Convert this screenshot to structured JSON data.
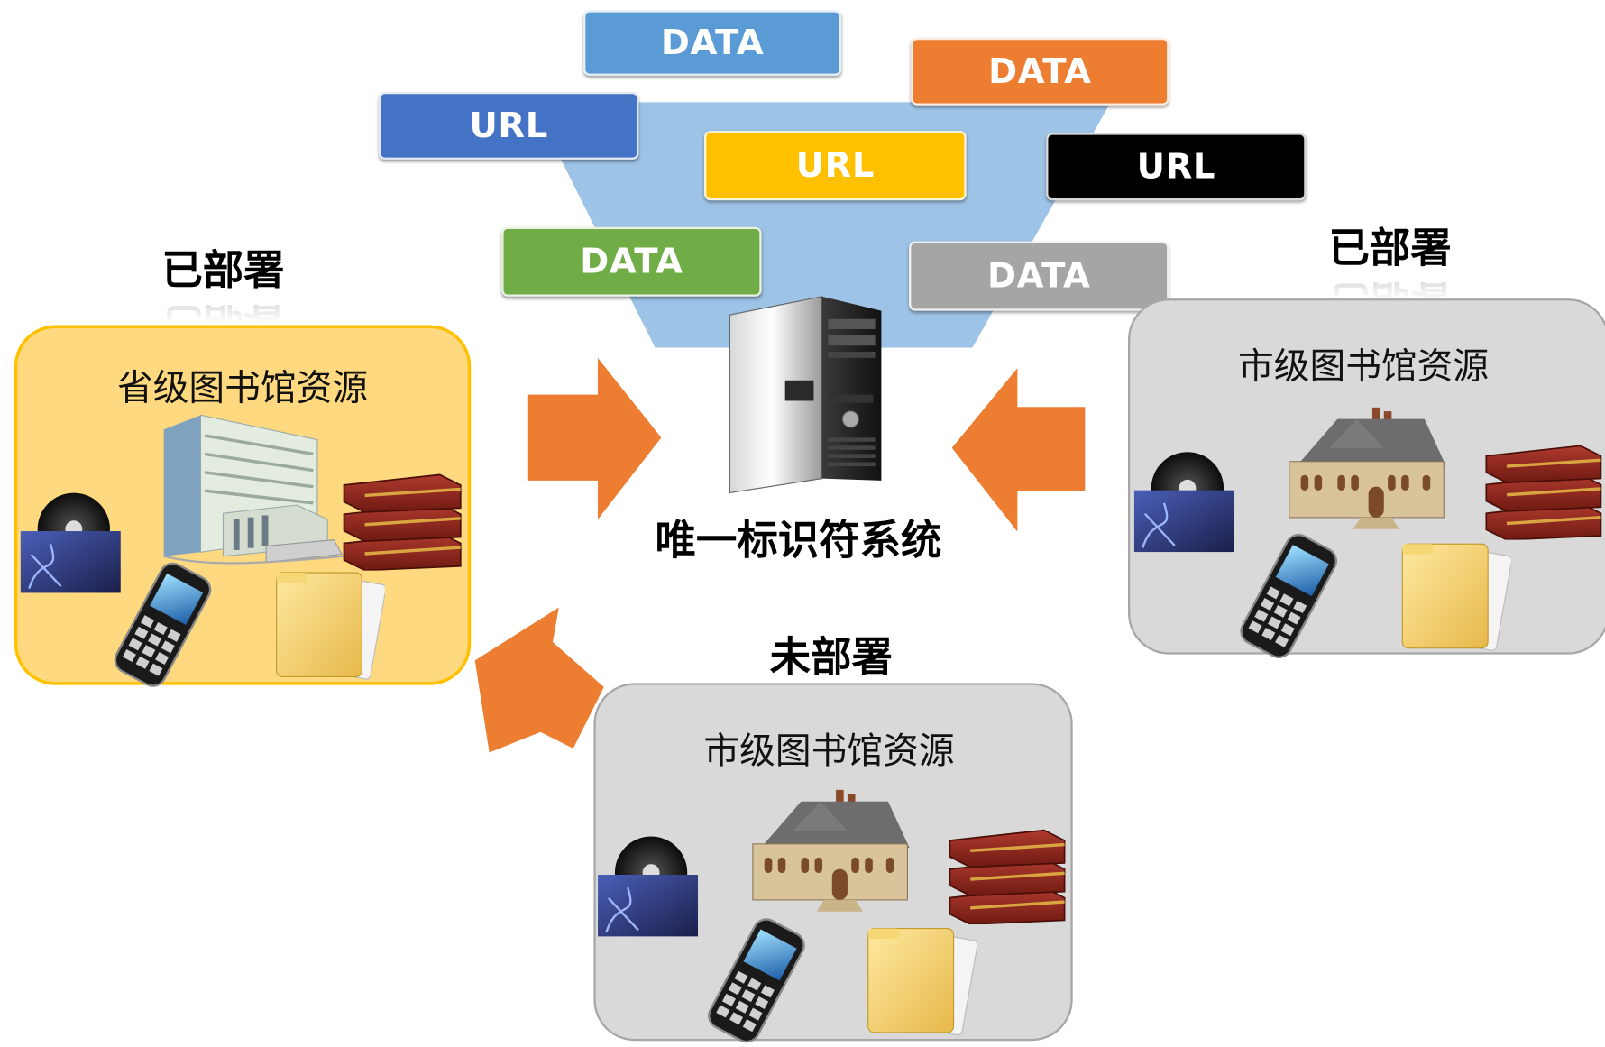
{
  "data_tags": [
    {
      "label": "DATA",
      "color": "#5b9bd5"
    },
    {
      "label": "DATA",
      "color": "#ed7d31"
    },
    {
      "label": "URL",
      "color": "#4472c4"
    },
    {
      "label": "URL",
      "color": "#ffc000"
    },
    {
      "label": "URL",
      "color": "#000000"
    },
    {
      "label": "DATA",
      "color": "#70ad47"
    },
    {
      "label": "DATA",
      "color": "#a5a5a5"
    }
  ],
  "center": {
    "caption": "唯一标识符系统",
    "icon": "server-tower-icon"
  },
  "provincial": {
    "status": "已部署",
    "title": "省级图书馆资源",
    "fill": "#ffd97f",
    "icons": [
      "office-building-icon",
      "books-stack-icon",
      "vinyl-record-icon",
      "mobile-phone-icon",
      "folder-icon"
    ]
  },
  "city_right": {
    "status": "已部署",
    "title": "市级图书馆资源",
    "fill": "#d9d9d9",
    "icons": [
      "house-icon",
      "books-stack-icon",
      "vinyl-record-icon",
      "mobile-phone-icon",
      "folder-icon"
    ]
  },
  "city_bottom": {
    "status": "未部署",
    "title": "市级图书馆资源",
    "fill": "#d9d9d9",
    "icons": [
      "house-icon",
      "books-stack-icon",
      "vinyl-record-icon",
      "mobile-phone-icon",
      "folder-icon"
    ]
  },
  "colors": {
    "arrow": "#ed7d31",
    "funnel": "#9dc3e6",
    "panel_border_gold": "#ffc000",
    "panel_border_gray": "#a6a6a6"
  }
}
